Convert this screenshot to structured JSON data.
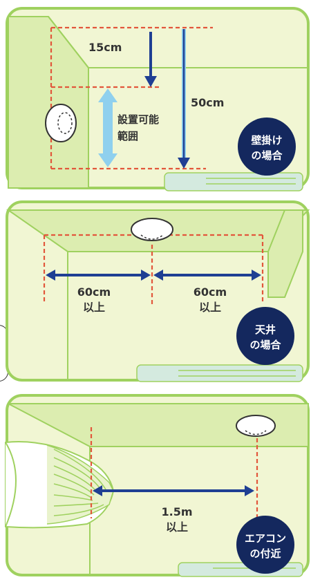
{
  "colors": {
    "wall": "#f1f6d3",
    "ceiling": "#dcedb0",
    "frame": "#9fd15f",
    "guide": "#e2563b",
    "arrow_dark": "#1f3f93",
    "arrow_light": "#8fd0ee",
    "badge": "#14285e",
    "fixture": "#d4eadf"
  },
  "panels": [
    {
      "id": "wall",
      "badge": [
        "壁掛け",
        "の場合"
      ],
      "label_15": "15cm",
      "label_50": "50cm",
      "range_label": [
        "設置可能",
        "範囲"
      ]
    },
    {
      "id": "ceiling",
      "badge": [
        "天井",
        "の場合"
      ],
      "left_label": [
        "60cm",
        "以上"
      ],
      "right_label": [
        "60cm",
        "以上"
      ]
    },
    {
      "id": "aircon",
      "badge": [
        "エアコン",
        "の付近"
      ],
      "distance_label": [
        "1.5m",
        "以上"
      ]
    }
  ],
  "icons": [
    "smoke-detector-icon",
    "air-conditioner-icon",
    "double-arrow-icon"
  ]
}
